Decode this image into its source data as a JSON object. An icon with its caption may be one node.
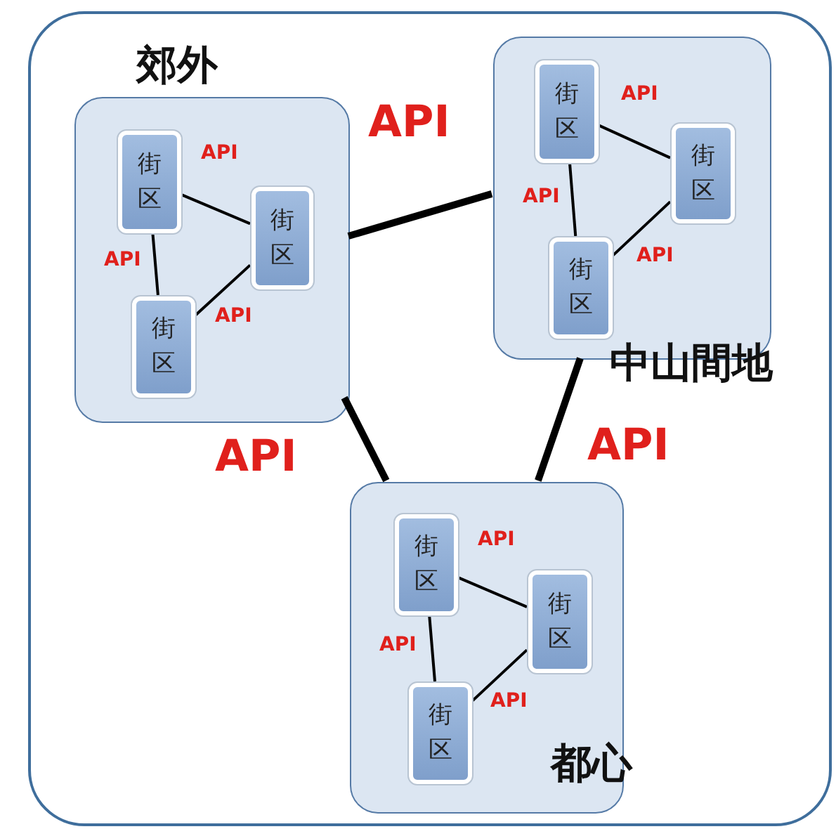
{
  "diagram": {
    "nodes": [
      {
        "text": [],
        "shape": "box"
      },
      {
        "text": [
          "郊外"
        ],
        "in": 0
      },
      {
        "text": [
          "街区"
        ],
        "in": 1
      },
      {
        "text": [
          "街区"
        ],
        "in": 1
      },
      {
        "text": [
          "街区"
        ],
        "in": 1
      },
      {
        "text": [
          "中山間地"
        ],
        "in": 0
      },
      {
        "text": [
          "街区"
        ],
        "in": 5
      },
      {
        "text": [
          "街区"
        ],
        "in": 5
      },
      {
        "text": [
          "街区"
        ],
        "in": 5
      },
      {
        "text": [
          "都心"
        ],
        "in": 0
      },
      {
        "text": [
          "街区"
        ],
        "in": 9
      },
      {
        "text": [
          "街区"
        ],
        "in": 9
      },
      {
        "text": [
          "街区"
        ],
        "in": 9
      }
    ],
    "edges": [
      {
        "from": 2,
        "to": 3,
        "arrow": "none",
        "label": "API"
      },
      {
        "from": 2,
        "to": 4,
        "arrow": "none",
        "label": "API"
      },
      {
        "from": 4,
        "to": 3,
        "arrow": "none",
        "label": "API"
      },
      {
        "from": 6,
        "to": 7,
        "arrow": "none",
        "label": "API"
      },
      {
        "from": 6,
        "to": 8,
        "arrow": "none",
        "label": "API"
      },
      {
        "from": 8,
        "to": 7,
        "arrow": "none",
        "label": "API"
      },
      {
        "from": 10,
        "to": 11,
        "arrow": "none",
        "label": "API"
      },
      {
        "from": 10,
        "to": 12,
        "arrow": "none",
        "label": "API"
      },
      {
        "from": 12,
        "to": 11,
        "arrow": "none",
        "label": "API"
      },
      {
        "from": 1,
        "to": 5,
        "arrow": "none",
        "label": "API",
        "style": "thick"
      },
      {
        "from": 1,
        "to": 9,
        "arrow": "none",
        "label": "API",
        "style": "thick"
      },
      {
        "from": 5,
        "to": 9,
        "arrow": "none",
        "label": "API",
        "style": "thick"
      }
    ]
  }
}
